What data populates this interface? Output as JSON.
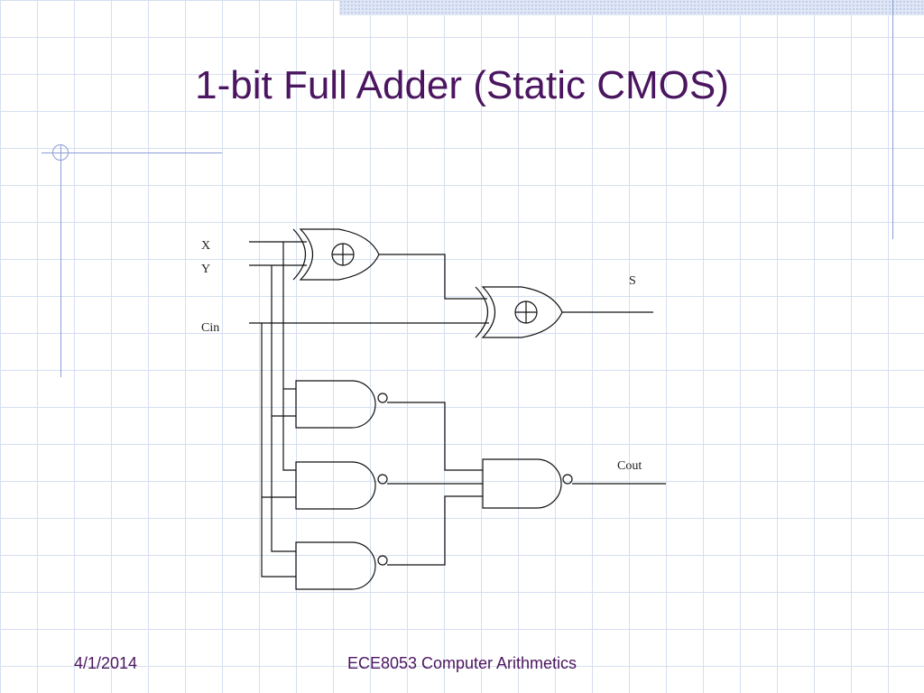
{
  "slide": {
    "title": "1-bit Full Adder (Static CMOS)",
    "date": "4/1/2014",
    "course": "ECE8053 Computer Arithmetics"
  },
  "signals": {
    "x": "X",
    "y": "Y",
    "cin": "Cin",
    "s": "S",
    "cout": "Cout"
  },
  "colors": {
    "title": "#4b1560",
    "grid": "#d6def0",
    "accent_rule": "#8a9ed6"
  }
}
